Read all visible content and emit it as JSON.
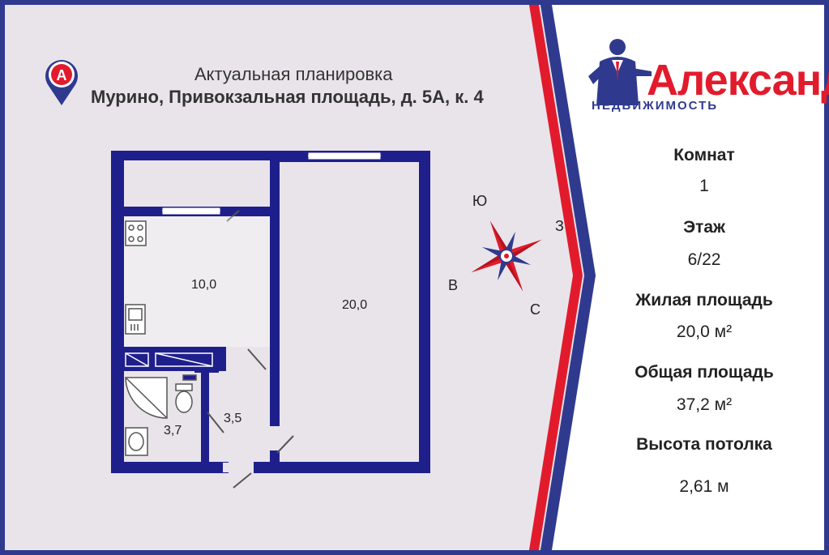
{
  "header": {
    "title": "Актуальная планировка",
    "address": "Мурино, Привокзальная площадь, д. 5А, к. 4"
  },
  "brand": {
    "name": "Александр",
    "subtitle": "НЕДВИЖИМОСТЬ",
    "logo_letter": "А"
  },
  "details": {
    "rooms_label": "Комнат",
    "rooms_value": "1",
    "floor_label": "Этаж",
    "floor_value": "6/22",
    "living_area_label": "Жилая площадь",
    "living_area_value": "20,0 м²",
    "total_area_label": "Общая площадь",
    "total_area_value": "37,2 м²",
    "ceiling_label": "Высота потолка",
    "ceiling_value": "2,61 м"
  },
  "floorplan": {
    "kitchen_area": "10,0",
    "room_area": "20,0",
    "hall_area": "3,5",
    "bath_area": "3,7"
  },
  "compass": {
    "south": "Ю",
    "west": "З",
    "east": "В",
    "north": "С"
  },
  "colors": {
    "wall": "#1f1f8c",
    "accent_red": "#e21b2c",
    "background": "#e9e4ea"
  }
}
